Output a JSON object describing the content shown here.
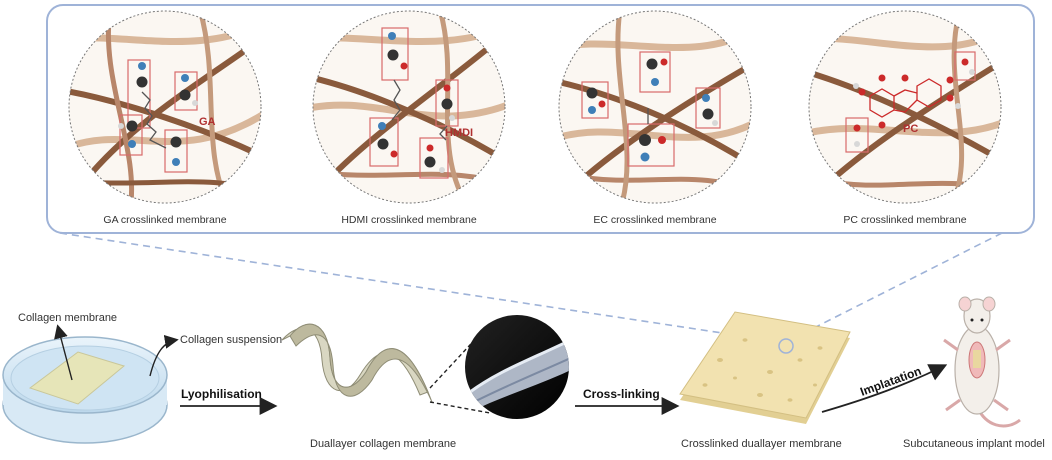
{
  "panel": {
    "border_color": "#9fb3d8",
    "circles": [
      {
        "caption": "GA crosslinked membrane",
        "tag": "GA"
      },
      {
        "caption": "HDMI crosslinked membrane",
        "tag": "HMDI"
      },
      {
        "caption": "EC crosslinked membrane",
        "tag": ""
      },
      {
        "caption": "PC crosslinked membrane",
        "tag": "PC"
      }
    ]
  },
  "workflow": {
    "collagen_membrane": "Collagen membrane",
    "collagen_suspension": "Collagen suspension",
    "lyophilisation": "Lyophilisation",
    "duallayer": "Duallayer collagen membrane",
    "crosslinking": "Cross-linking",
    "crosslinked_duallayer": "Crosslinked duallayer membrane",
    "implantation": "Implatation",
    "implant_model": "Subcutaneous implant model"
  },
  "colors": {
    "fiber_dark": "#8a5a3c",
    "fiber_light": "#d9b79a",
    "atom_carbon": "#333333",
    "atom_nitrogen": "#3f7fb8",
    "atom_oxygen": "#cc2a2a",
    "atom_hydrogen": "#d8d8d8",
    "highlight_box": "#d96a6a",
    "membrane": "#f2e2b0"
  }
}
